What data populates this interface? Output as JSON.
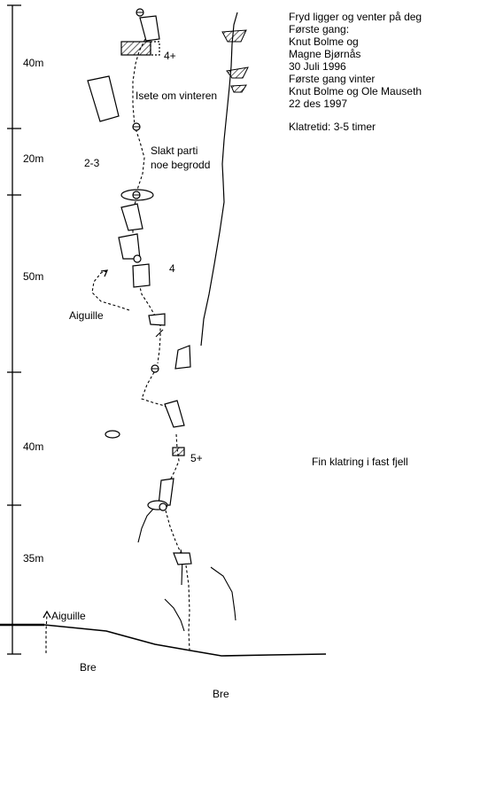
{
  "info": {
    "line1": "Fryd ligger og venter på deg",
    "line2": "Første gang:",
    "line3": "Knut Bolme og",
    "line4": "Magne Bjørnås",
    "line5": "30 Juli 1996",
    "line6": "Første gang vinter",
    "line7": "Knut Bolme og Ole Mauseth",
    "line8": "22 des 1997",
    "climb_time": "Klatretid: 3-5 timer"
  },
  "scale_labels": [
    "40m",
    "20m",
    "50m",
    "40m",
    "35m"
  ],
  "grades": [
    "4+",
    "2-3",
    "4",
    "5+"
  ],
  "notes": {
    "ice": "Isete om vinteren",
    "slack_line1": "Slakt parti",
    "slack_line2": "noe begrodd",
    "aiguille_mid": "Aiguille",
    "aiguille_bottom": "Aiguille",
    "fine_climbing": "Fin klatring i fast fjell",
    "glacier_left": "Bre",
    "glacier_bottom": "Bre"
  },
  "colors": {
    "ink": "#000000",
    "background": "#ffffff"
  }
}
